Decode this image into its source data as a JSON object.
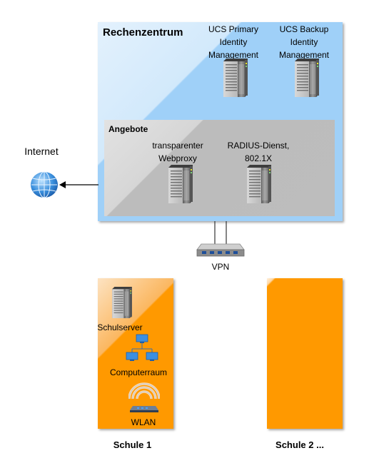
{
  "datacenter": {
    "title": "Rechenzentrum",
    "primary_label": "UCS Primary Identity Management",
    "backup_label": "UCS Backup Identity Management"
  },
  "services": {
    "title": "Angebote",
    "proxy_label": "transparenter Webproxy",
    "radius_label": "RADIUS-Dienst, 802.1X"
  },
  "internet": {
    "label": "Internet"
  },
  "vpn": {
    "label": "VPN"
  },
  "school1": {
    "title": "Schule 1",
    "server_label": "Schulserver",
    "computer_label": "Computerraum",
    "wlan_label": "WLAN"
  },
  "school2": {
    "title": "Schule 2 ..."
  },
  "colors": {
    "datacenter_fill": "#9fd0f8",
    "services_fill": "#bdbdbd",
    "school_fill": "#ff9900"
  }
}
